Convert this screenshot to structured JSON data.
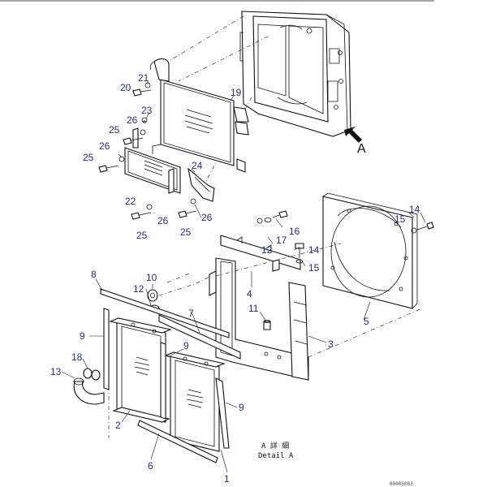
{
  "diagram": {
    "view_marker": "A",
    "detail_label_1": "A 詳 細",
    "detail_label_2": "Detail A",
    "drawing_code": "00005003"
  },
  "callouts": {
    "c1": "1",
    "c2": "2",
    "c3": "3",
    "c4": "4",
    "c5": "5",
    "c6": "6",
    "c7": "7",
    "c8": "8",
    "c9a": "9",
    "c9b": "9",
    "c9c": "9",
    "c10": "10",
    "c11": "11",
    "c12a": "12",
    "c12b": "12",
    "c13": "13",
    "c14a": "14",
    "c14b": "14",
    "c15a": "15",
    "c15b": "15",
    "c16": "16",
    "c17": "17",
    "c18": "18",
    "c19": "19",
    "c20": "20",
    "c21": "21",
    "c22": "22",
    "c23": "23",
    "c24": "24",
    "c25a": "25",
    "c25b": "25",
    "c25c": "25",
    "c25d": "25",
    "c26a": "26",
    "c26b": "26",
    "c26c": "26",
    "c26d": "26"
  }
}
